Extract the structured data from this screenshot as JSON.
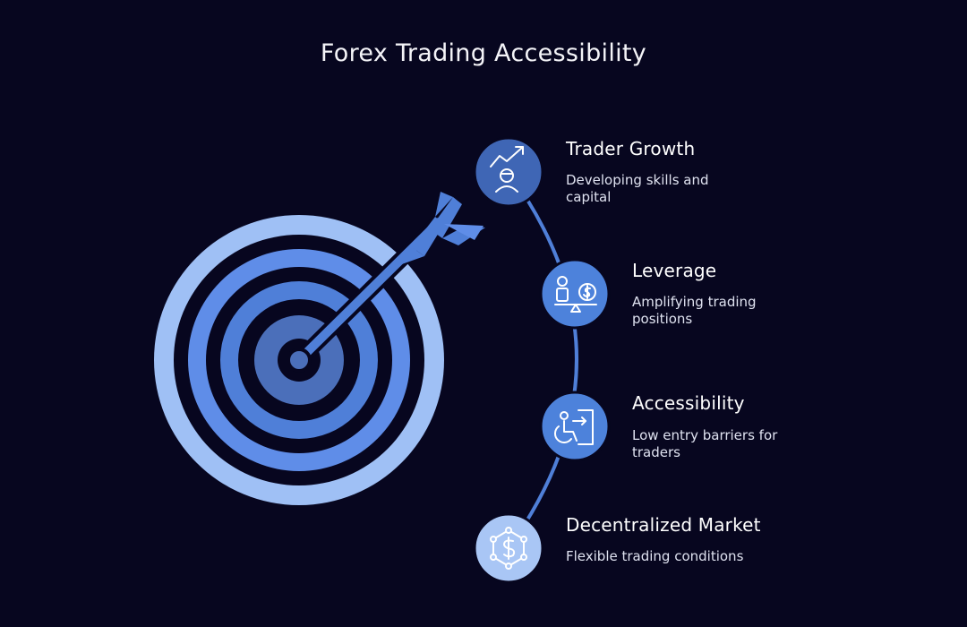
{
  "title": "Forex Trading Accessibility",
  "colors": {
    "background": "#07061f",
    "ring_light": "#9fc0f5",
    "ring_mid": "#5f8de8",
    "ring_dark": "#4a72c8",
    "bullseye": "#4b6fba",
    "arrow": "#4f7fd8",
    "node_dark": "#3f66b5",
    "node_mid": "#4d82db",
    "node_light": "#a9c6f5"
  },
  "items": [
    {
      "title": "Trader Growth",
      "description": "Developing skills and capital",
      "icon": "growth-person-icon"
    },
    {
      "title": "Leverage",
      "description": "Amplifying trading positions",
      "icon": "balance-scale-icon"
    },
    {
      "title": "Accessibility",
      "description": "Low entry barriers for traders",
      "icon": "wheelchair-entry-icon"
    },
    {
      "title": "Decentralized Market",
      "description": "Flexible trading conditions",
      "icon": "network-dollar-icon"
    }
  ]
}
